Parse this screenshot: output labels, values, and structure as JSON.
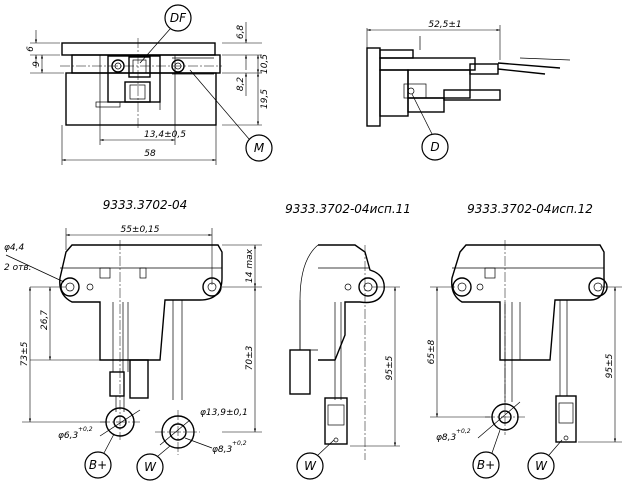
{
  "titles": {
    "variant_04": "9333.3702-04",
    "variant_11": "9333.3702-04исп.11",
    "variant_12": "9333.3702-04исп.12"
  },
  "callouts": {
    "df": "DF",
    "m": "M",
    "d": "D",
    "b_plus": "B+",
    "w": "W"
  },
  "dimensions": {
    "top_6": "6",
    "top_9": "9",
    "top_6_8": "6,8",
    "top_10_5": "10,5",
    "top_8_2": "8,2",
    "top_19_5": "19,5",
    "top_13_4": "13,4±0,5",
    "top_58": "58",
    "side_52_5": "52,5±1",
    "hole_dia": "φ4,4",
    "hole_count": "2 отв.",
    "width_55": "55±0,15",
    "h_14max": "14 max",
    "h_26_7": "26,7",
    "h_73_5": "73±5",
    "h_70_3": "70±3",
    "ring_13_9": "φ13,9±0,1",
    "ring_6_3": "φ6,3",
    "ring_6_3_tol": "+0,2",
    "ring_8_3": "φ8,3",
    "ring_8_3_tol": "+0,2",
    "h_95_5_a": "95±5",
    "h_65_8": "65±8",
    "ring_8_3_b": "φ8,3",
    "ring_8_3_b_tol": "+0,2",
    "h_95_5_b": "95±5"
  }
}
